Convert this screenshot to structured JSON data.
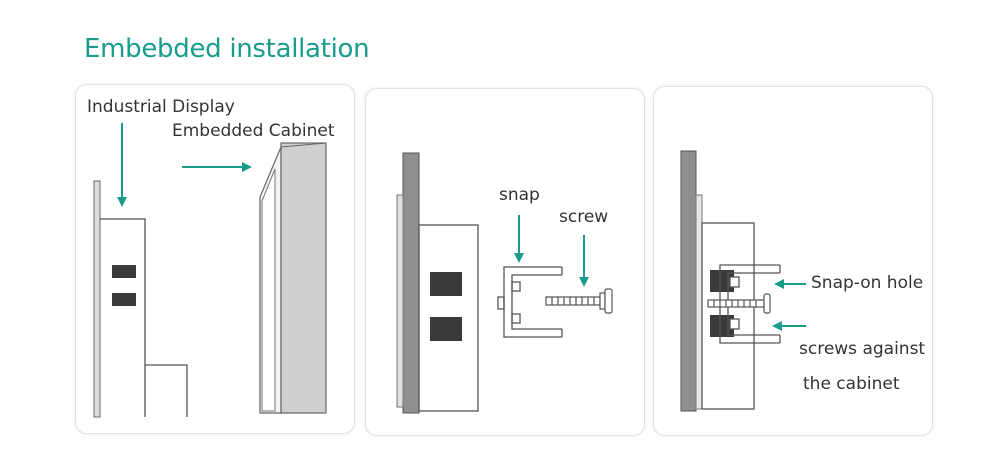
{
  "title": "Embebded installation",
  "accent_color": "#1a9c8c",
  "panels": [
    {
      "labels": {
        "display": "Industrial Display",
        "cabinet": "Embedded Cabinet"
      }
    },
    {
      "labels": {
        "snap": "snap",
        "screw": "screw"
      }
    },
    {
      "labels": {
        "snap_hole": "Snap-on hole",
        "screws_1": "screws against",
        "screws_2": "the cabinet"
      }
    }
  ]
}
